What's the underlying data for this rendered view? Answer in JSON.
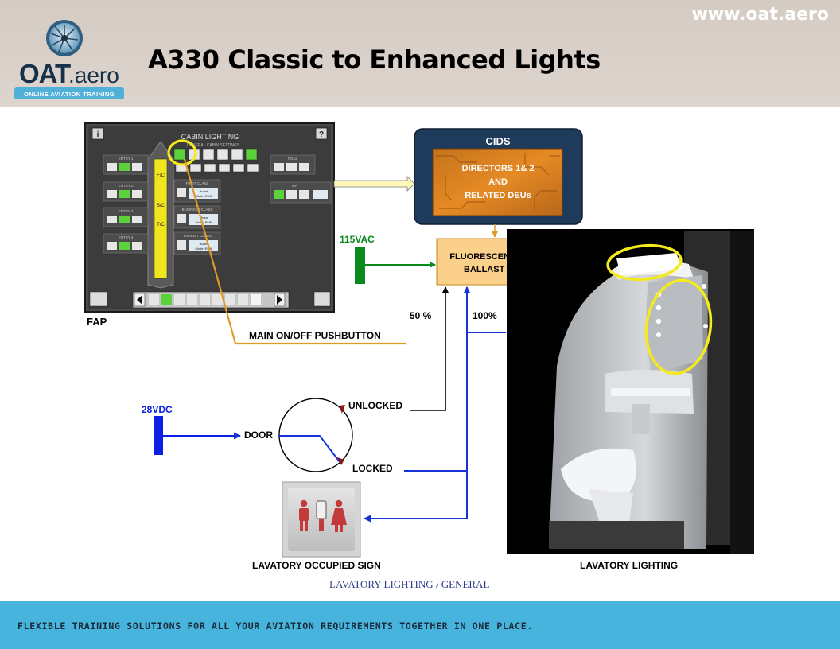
{
  "header": {
    "url": "www.oat.aero",
    "title": "A330 Classic to Enhanced Lights",
    "logo": {
      "name": "OAT.aero",
      "subtitle": "ONLINE AVIATION TRAINING"
    }
  },
  "fap_panel": {
    "title": "CABIN LIGHTING",
    "general_label": "GENERAL CABIN SETTINGS",
    "zones": {
      "fc": "F/C",
      "bc": "B/C",
      "tc": "T/C"
    },
    "groups": {
      "entry_1": "ENTRY 1",
      "entry_2": "ENTRY 2",
      "entry_3": "ENTRY 3",
      "entry_4": "ENTRY 4",
      "first_class": "FIRST CLASS",
      "business_class": "BUSINESS CLASS",
      "tourist_class": "TOURIST CLASS",
      "pgal": "PGAL",
      "vip": "VIP"
    },
    "mode_texts": [
      "Board",
      "Mode: RUN",
      "Video",
      "Mode: RUN",
      "Board",
      "Mode: RUN"
    ],
    "icons": {
      "info": "info-icon",
      "help": "help-icon",
      "prev": "arrow-left-icon",
      "next": "arrow-right-icon"
    }
  },
  "labels": {
    "fap": "FAP",
    "main_onoff": "MAIN ON/OFF PUSHBUTTON",
    "cids": "CIDS",
    "directors_line1": "DIRECTORS 1& 2",
    "directors_line2": "AND",
    "directors_line3": "RELATED DEUs",
    "vac": "115VAC",
    "ballast_line1": "FLUORESCENT TUBE",
    "ballast_line2": "BALLAST UNIT",
    "pct_50": "50 %",
    "pct_100": "100%",
    "vdc": "28VDC",
    "door": "DOOR",
    "unlocked": "UNLOCKED",
    "locked": "LOCKED",
    "occupied_sign": "LAVATORY OCCUPIED SIGN",
    "lavatory_lighting": "LAVATORY LIGHTING",
    "caption": "LAVATORY LIGHTING / GENERAL"
  },
  "footer": {
    "tagline": "FLEXIBLE TRAINING SOLUTIONS FOR ALL YOUR AVIATION REQUIREMENTS TOGETHER IN ONE PLACE."
  },
  "colors": {
    "header_bg": "#d6cdc5",
    "footer_bg": "#46b4dc",
    "cids_box": "#1f3b5c",
    "ballast_fill": "#fbd08a",
    "vac_green": "#0a8a1c",
    "vdc_blue": "#0a1ee6",
    "link_orange": "#e09a28",
    "link_blue": "#1733d8",
    "highlight_yellow": "#f4ea1c"
  }
}
